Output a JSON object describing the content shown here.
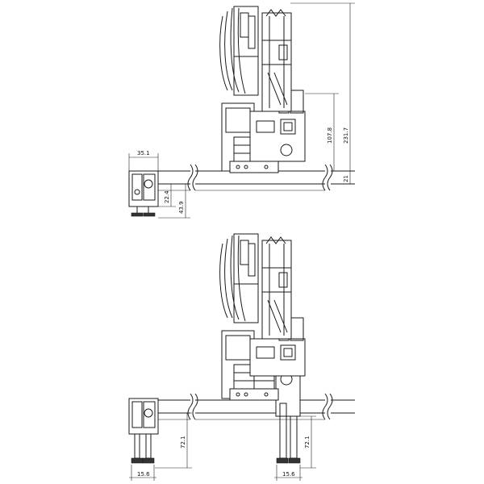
{
  "dimensions": {
    "top": {
      "width_left": "35.1",
      "height_small": "22.4",
      "height_leg": "43.9",
      "height_mid": "107.8",
      "height_total": "231.7",
      "height_base": "21"
    },
    "bottom": {
      "leg_left": "72.1",
      "leg_right": "72.1",
      "foot_left": "15.6",
      "foot_right": "15.6"
    }
  },
  "colors": {
    "line": "#1a1a1a",
    "background": "#ffffff"
  }
}
